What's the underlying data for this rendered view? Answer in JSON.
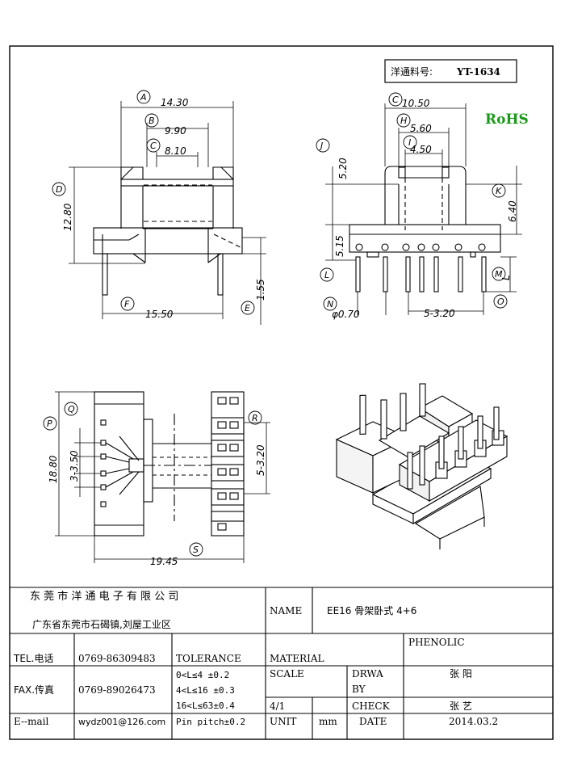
{
  "part_box": {
    "label": "洋通料号:",
    "part_no": "YT-1634"
  },
  "rohs": {
    "text": "RoHS",
    "color": "#1a9a1a"
  },
  "front_view": {
    "dims": {
      "A": "14.30",
      "B": "9.90",
      "C": "8.10",
      "D": "12.80",
      "E": "1.55",
      "F": "15.50"
    }
  },
  "side_view": {
    "dims": {
      "C": "10.50",
      "H": "5.60",
      "I": "4.50",
      "J": "5.20",
      "K": "6.40",
      "L": "5.15",
      "M": "L",
      "N": "φ0.70",
      "O": "5-3.20"
    }
  },
  "top_view": {
    "dims": {
      "P": "18.80",
      "Q": "3-3.50",
      "R": "5-3.20",
      "S": "19.45"
    }
  },
  "circle_letters": {
    "A": "A",
    "B": "B",
    "C": "C",
    "D": "D",
    "E": "E",
    "F": "F",
    "H": "H",
    "I": "I",
    "J": "J",
    "K": "K",
    "L": "L",
    "M": "M",
    "N": "N",
    "O": "O",
    "P": "P",
    "Q": "Q",
    "R": "R",
    "S": "S"
  },
  "title_block": {
    "company": "东 莞 市 洋 通 电 子 有 限 公 司",
    "address": "广东省东莞市石碣镇,刘屋工业区",
    "name_label": "NAME",
    "name_value": "EE16 骨架卧式 4+6",
    "tel_label": "TEL.电话",
    "tel_value": "0769-86309483",
    "fax_label": "FAX.传真",
    "fax_value": "0769-89026473",
    "email_label": "E--mail",
    "email_value": "wydz001@126.com",
    "tolerance_label": "TOLERANCE",
    "tol1": "0<L≤4   ±0.2",
    "tol2": "4<L≤16  ±0.3",
    "tol3": "16<L≤63±0.4",
    "tol4": "Pin pitch±0.2",
    "material_label": "MATERIAL",
    "material_value": "PHENOLIC",
    "scale_label": "SCALE",
    "scale_value": "4/1",
    "draw_label1": "DRWA",
    "draw_label2": "BY",
    "draw_value": "张 阳",
    "check_label": "CHECK",
    "check_value": "张 艺",
    "unit_label": "UNIT",
    "unit_value": "mm",
    "date_label": "DATE",
    "date_value": "2014.03.2"
  }
}
